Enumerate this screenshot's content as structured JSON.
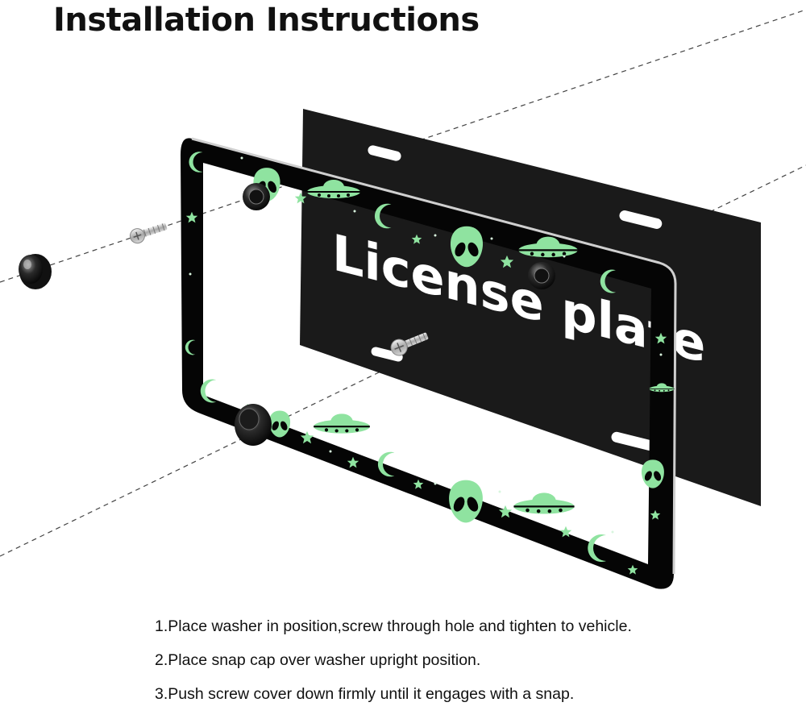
{
  "title": "Installation Instructions",
  "plate": {
    "text": "License plate",
    "background": "#1a1a1a",
    "text_color": "#ffffff"
  },
  "frame": {
    "background": "#050505",
    "pattern_color": "#8fe3a0"
  },
  "steps": [
    "1.Place washer in position,screw through hole and tighten to vehicle.",
    "2.Place snap cap over washer upright position.",
    "3.Push screw cover down firmly until it engages with a snap."
  ]
}
